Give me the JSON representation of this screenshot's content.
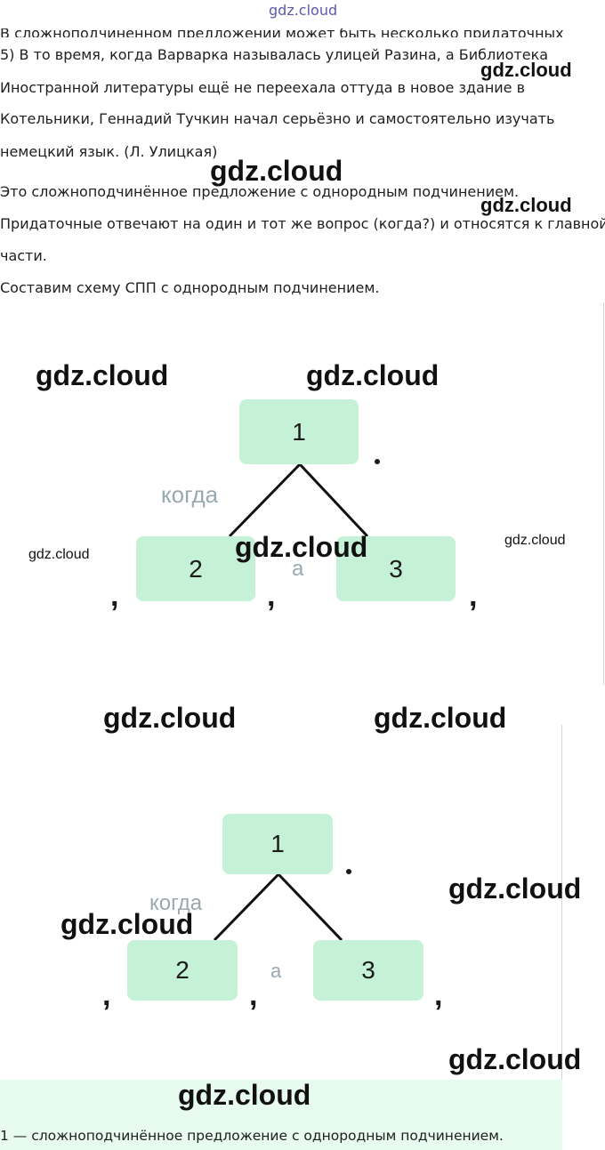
{
  "header": {
    "watermark": "gdz.cloud"
  },
  "intro_cut_line": "В сложноподчинённом предложении может быть несколько придаточных",
  "example": {
    "lines": [
      "5) В то время, когда Варварка называлась улицей Разина, а Библиотека",
      "Иностранной литературы ещё не переехала оттуда в новое здание в",
      "Котельники, Геннадий Тучкин начал серьёзно и самостоятельно изучать",
      "немецкий язык. (Л. Улицкая)"
    ]
  },
  "analysis": {
    "line1": "Это сложноподчинённое предложение с однородным подчинением.",
    "line2": "Придаточные отвечают на один и тот же вопрос (когда?) и относятся к главной",
    "line3": "части.",
    "line4": "Составим схему СПП с однородным подчинением."
  },
  "diagrams": [
    {
      "main": "1",
      "clause_left": "2",
      "clause_right": "3",
      "question": "когда",
      "conjunction": "а",
      "comma": ",",
      "period": "."
    },
    {
      "main": "1",
      "clause_left": "2",
      "clause_right": "3",
      "question": "когда",
      "conjunction": "а",
      "comma": ",",
      "period": "."
    }
  ],
  "footer": {
    "text": "1 — сложноподчинённое предложение с однородным подчинением."
  },
  "watermark_text": "gdz.cloud",
  "colors": {
    "box": "#c5f2d6",
    "footer_band": "#e7fbef",
    "connector": "#9aa8b0"
  }
}
